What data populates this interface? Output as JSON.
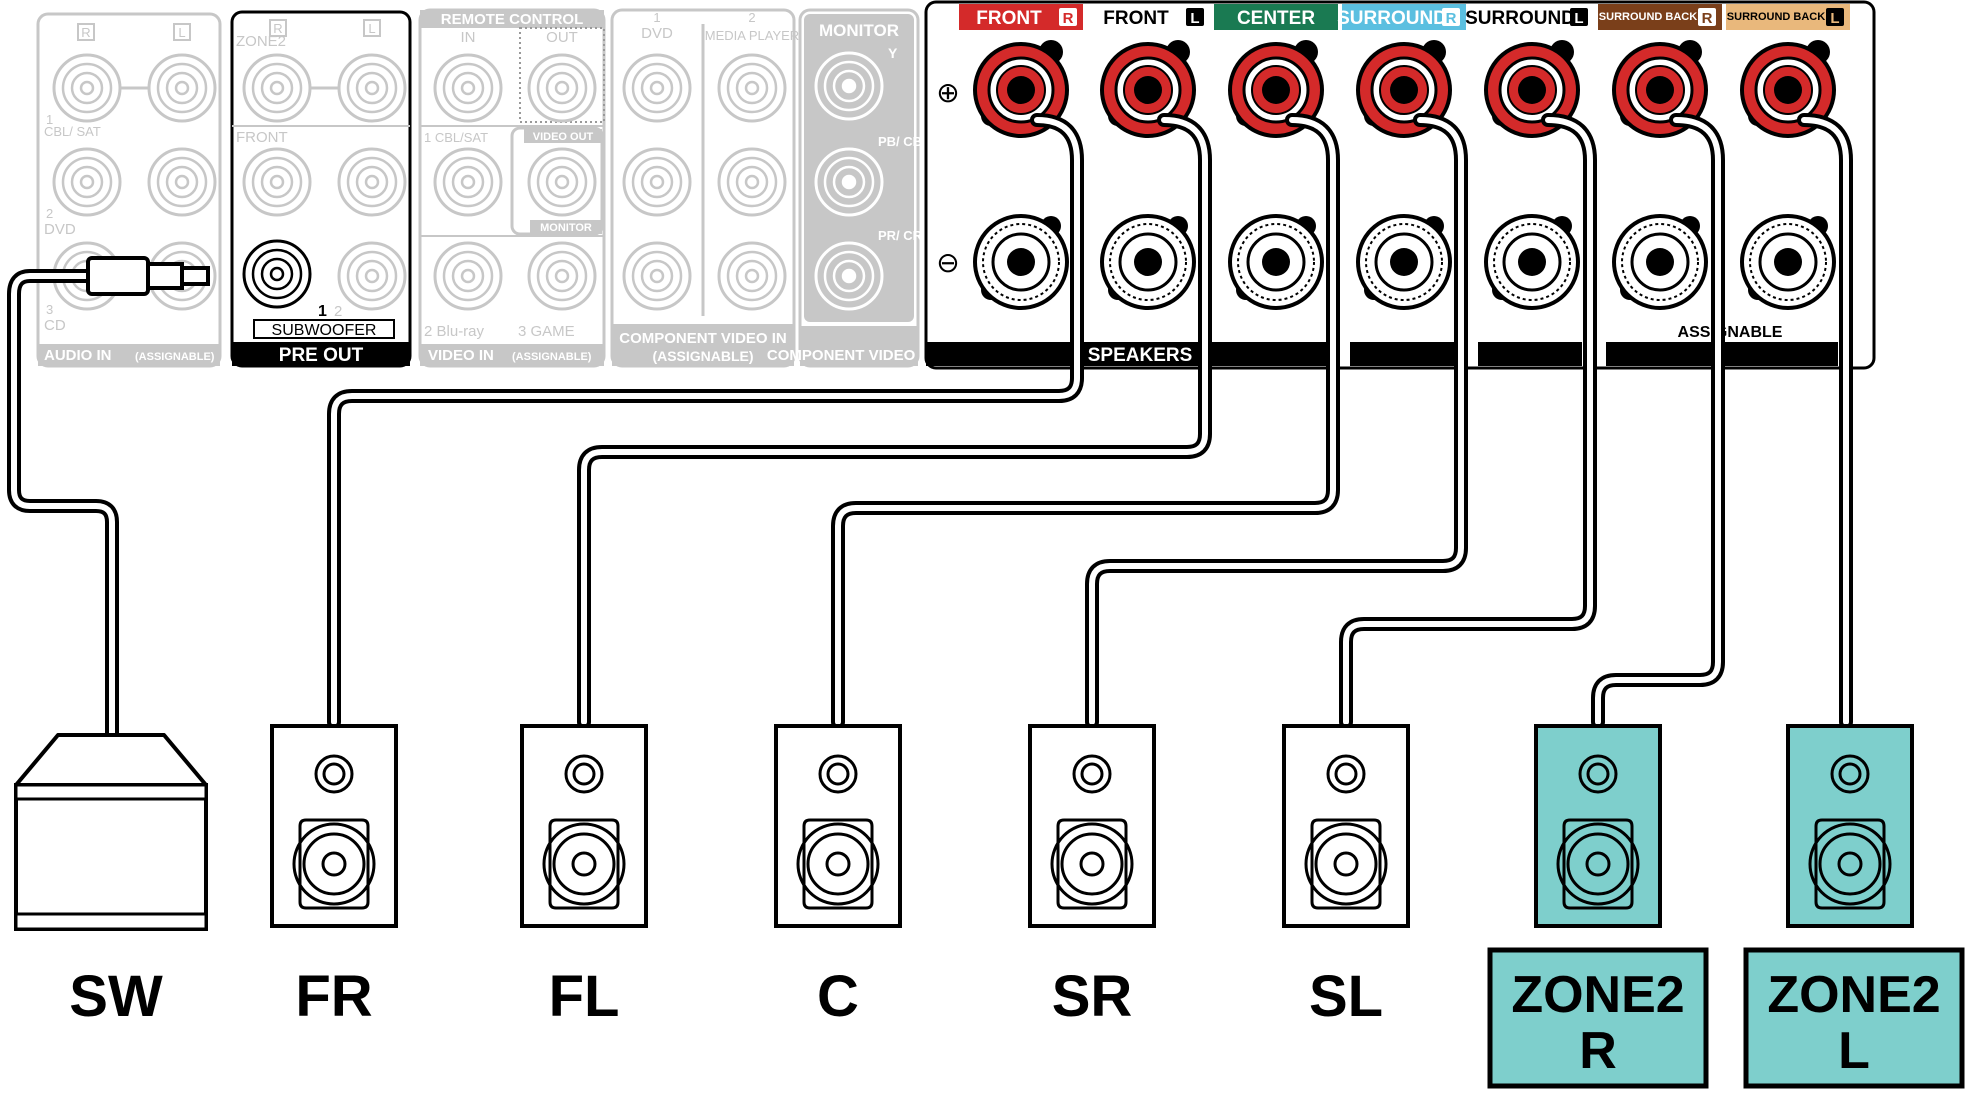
{
  "colors": {
    "front_red": "#d42a2a",
    "center_green": "#1a7a52",
    "surround_blue": "#5bbfe0",
    "surround_back_brown": "#7a3f1a",
    "surround_back_tan": "#e9b87c",
    "zone_teal": "#7ecfcc",
    "panel_grey": "#c7c7c7",
    "terminal_red": "#d42a2a"
  },
  "panel": {
    "audio_in": {
      "title": "AUDIO IN",
      "subtitle": "(ASSIGNABLE)",
      "channels": [
        "R",
        "L"
      ],
      "inputs": [
        {
          "num": "1",
          "name": "CBL/ SAT"
        },
        {
          "num": "2",
          "name": "DVD"
        },
        {
          "num": "3",
          "name": "CD"
        }
      ]
    },
    "pre_out": {
      "title": "PRE OUT",
      "zone": "ZONE2",
      "channels": [
        "R",
        "L"
      ],
      "front": "FRONT",
      "subwoofer": "SUBWOOFER",
      "sub_numbers": [
        "1",
        "2"
      ]
    },
    "remote_control": {
      "title": "REMOTE CONTROL",
      "in": "IN",
      "out": "OUT"
    },
    "video_in": {
      "title": "VIDEO IN",
      "subtitle": "(ASSIGNABLE)",
      "video_out": "VIDEO OUT",
      "monitor": "MONITOR",
      "inputs": [
        "1 CBL/SAT",
        "2 Blu-ray",
        "3 GAME"
      ]
    },
    "component_video_in": {
      "title": "COMPONENT VIDEO IN",
      "subtitle": "(ASSIGNABLE)",
      "inputs": [
        {
          "num": "1",
          "name": "DVD"
        },
        {
          "num": "2",
          "name": "MEDIA PLAYER"
        }
      ]
    },
    "component_video_out": {
      "title": "COMPONENT VIDEO OUT",
      "monitor": "MONITOR",
      "signals": [
        "Y",
        "PB/ CB",
        "PR/ CR"
      ]
    },
    "speakers": {
      "title": "SPEAKERS",
      "assignable": "ASSIGNABLE",
      "plus": "⊕",
      "minus": "⊖",
      "terminals": [
        {
          "name": "FRONT",
          "side": "R"
        },
        {
          "name": "FRONT",
          "side": "L"
        },
        {
          "name": "CENTER",
          "side": ""
        },
        {
          "name": "SURROUND",
          "side": "R"
        },
        {
          "name": "SURROUND",
          "side": "L"
        },
        {
          "name": "SURROUND BACK",
          "side": "R"
        },
        {
          "name": "SURROUND BACK",
          "side": "L"
        }
      ]
    }
  },
  "speaker_labels": [
    "SW",
    "FR",
    "FL",
    "C",
    "SR",
    "SL"
  ],
  "zone_labels": [
    {
      "line1": "ZONE2",
      "line2": "R"
    },
    {
      "line1": "ZONE2",
      "line2": "L"
    }
  ]
}
